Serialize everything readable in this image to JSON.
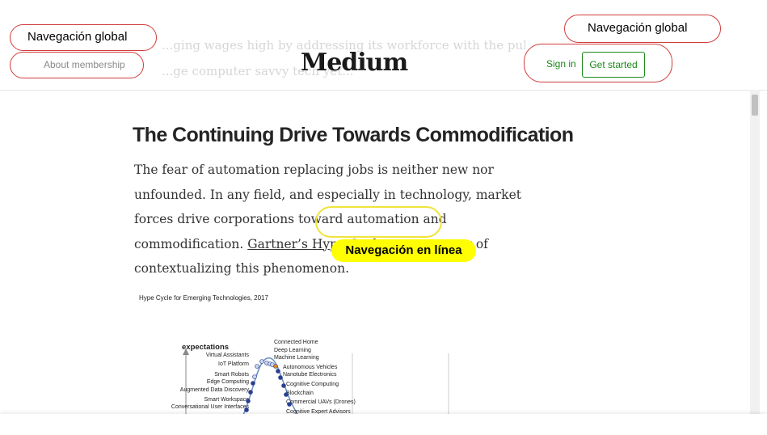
{
  "header": {
    "logo": "Medium",
    "about_label": "About membership",
    "signin_label": "Sign in",
    "get_started_label": "Get started",
    "ghost_line_1": "...ging wages high by addressing its workforce with the public? It ... ",
    "ghost_line_2": "...ge computer savvy tech yet..."
  },
  "annotations": {
    "global_nav_left": "Navegación global",
    "global_nav_right": "Navegación global",
    "inline_nav": "Navegación en línea"
  },
  "article": {
    "headline": "The Continuing Drive Towards Commodification",
    "para_start": "The fear of automation replacing jobs is neither new nor unfounded. In any field, and especially in technology, market forces drive corporations toward automation and commodification. ",
    "link_text": "Gartner’s Hype Cycles",
    "para_end": " are one way of contextualizing this phenomenon."
  },
  "colors": {
    "accent_green": "#1a8917",
    "annotation_red": "#d13b3b",
    "highlight_yellow": "#ffff00"
  },
  "chart_data": {
    "type": "line",
    "title": "Hype Cycle for Emerging Technologies, 2017",
    "ylabel": "expectations",
    "left_labels": [
      "Virtual Assistants",
      "IoT Platform",
      "Smart Robots",
      "Edge Computing",
      "Augmented Data Discovery",
      "Smart Workspace",
      "Conversational User Interfaces"
    ],
    "right_labels": [
      "Connected Home",
      "Deep Learning",
      "Machine Learning",
      "Autonomous Vehicles",
      "Nanotube Electronics",
      "Cognitive Computing",
      "Blockchain",
      "Commercial UAVs (Drones)",
      "Cognitive Expert Advisors"
    ]
  }
}
